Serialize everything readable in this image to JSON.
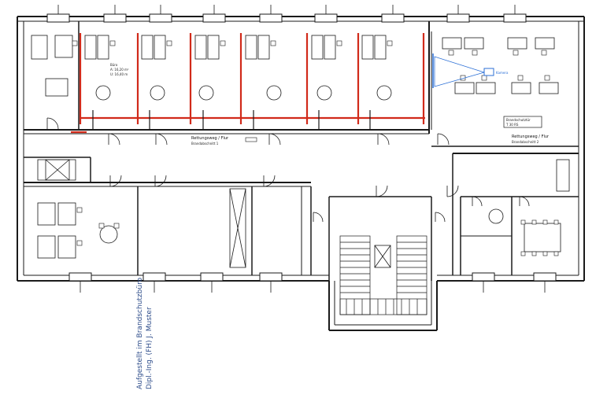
{
  "plan": {
    "top_corridor": {
      "line1": "Rettungsweg / Flur",
      "line2": "Brandabschnitt 1"
    },
    "right_corridor": {
      "line1": "Rettungsweg / Flur",
      "line2": "Brandabschnitt 2"
    },
    "camera_label": "Kamera",
    "right_info": {
      "line1": "Brandschutztür",
      "line2": "T 30 RS"
    },
    "stamp": {
      "line1": "Aufgestellt im Brandschutzbüro",
      "line2": "Dipl.-Ing. (FH) J. Muster"
    },
    "room_text": {
      "line1": "Büro",
      "line2": "A: 16,20 m²",
      "line3": "U: 16,40 m"
    },
    "colors": {
      "wall": "#1a1a1a",
      "fire_wall": "#d12a1a",
      "camera": "#2b6fd6",
      "stamp": "#2d4c8a",
      "background": "#ffffff"
    }
  }
}
